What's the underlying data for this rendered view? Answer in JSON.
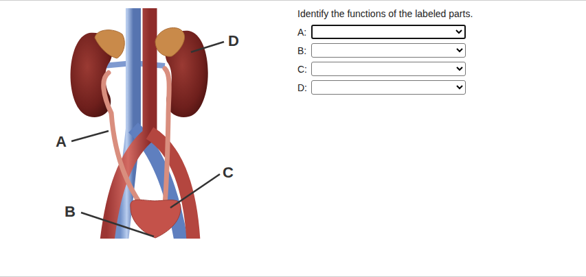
{
  "diagram": {
    "title": "Identify the functions of the labeled parts.",
    "labels": [
      "A",
      "B",
      "C",
      "D",
      "A:",
      "B:",
      "C:",
      "D:"
    ]
  }
}
